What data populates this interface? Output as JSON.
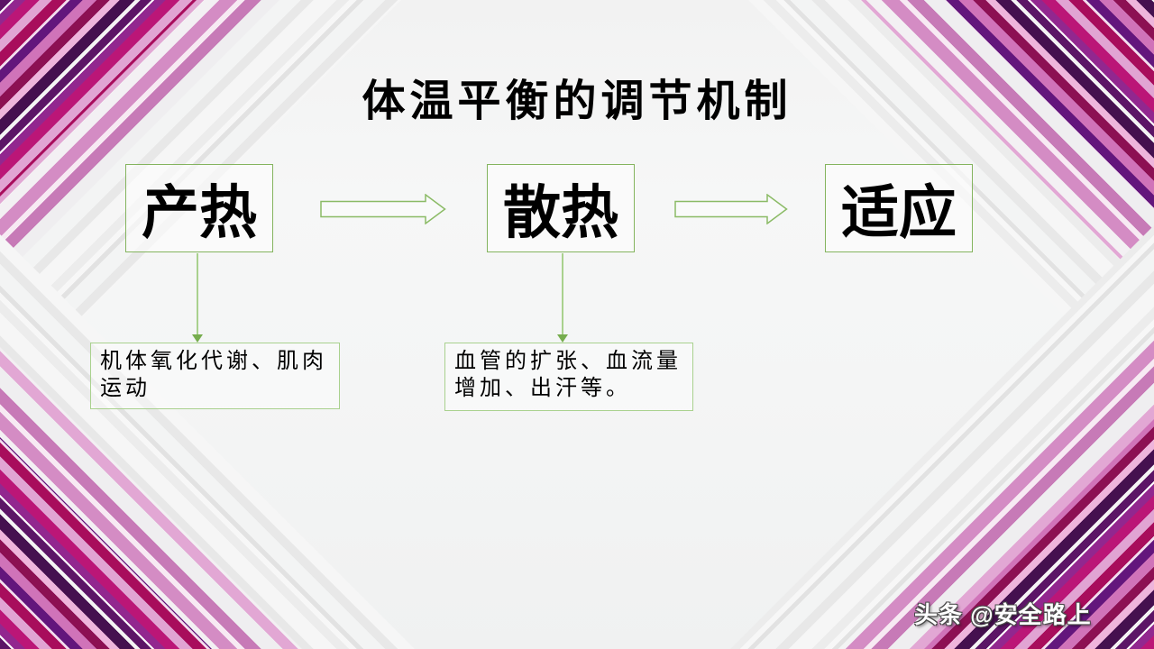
{
  "slide": {
    "title": "体温平衡的调节机制",
    "flow": {
      "boxes": [
        {
          "label": "产热"
        },
        {
          "label": "散热"
        },
        {
          "label": "适应"
        }
      ],
      "arrow_icon": "hollow-right-arrow"
    },
    "notes": [
      {
        "text": "机体氧化代谢、肌肉运动"
      },
      {
        "text": "血管的扩张、血流量增加、出汗等。"
      }
    ],
    "watermark": {
      "text": "头条 @安全路上"
    },
    "colors": {
      "box_border": "#84b45e",
      "note_border": "#a9d18e",
      "arrow_stroke": "#8bbb66",
      "connector_line": "#a9d18e",
      "connector_head": "#76ad4e",
      "stripe_dark_purple": "#45104f",
      "stripe_magenta": "#bb1677",
      "stripe_pink": "#d48cc4",
      "background": "#f3f4f4"
    }
  }
}
